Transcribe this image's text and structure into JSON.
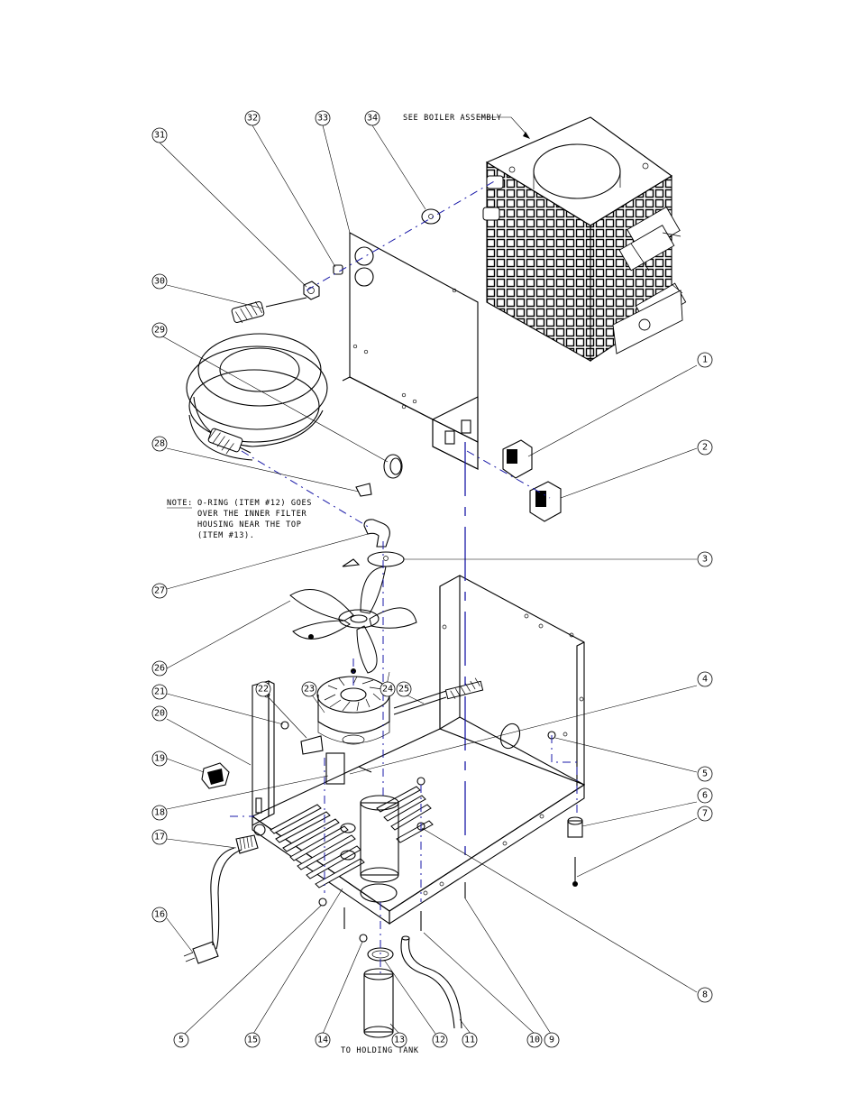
{
  "labels": {
    "boiler_assembly": "SEE BOILER ASSEMBLY",
    "note_title": "NOTE:",
    "note_lines": [
      "O-RING (ITEM #12) GOES",
      "OVER THE INNER FILTER",
      "HOUSING NEAR THE TOP",
      "(ITEM #13)."
    ],
    "holding_tank": "TO HOLDING TANK"
  },
  "callouts": [
    {
      "id": "31",
      "text": "31"
    },
    {
      "id": "32",
      "text": "32"
    },
    {
      "id": "33",
      "text": "33"
    },
    {
      "id": "34",
      "text": "34"
    },
    {
      "id": "30",
      "text": "30"
    },
    {
      "id": "29",
      "text": "29"
    },
    {
      "id": "28",
      "text": "28"
    },
    {
      "id": "27",
      "text": "27"
    },
    {
      "id": "26",
      "text": "26"
    },
    {
      "id": "21",
      "text": "21"
    },
    {
      "id": "22",
      "text": "22"
    },
    {
      "id": "23",
      "text": "23"
    },
    {
      "id": "24",
      "text": "24"
    },
    {
      "id": "25",
      "text": "25"
    },
    {
      "id": "20",
      "text": "20"
    },
    {
      "id": "19",
      "text": "19"
    },
    {
      "id": "18",
      "text": "18"
    },
    {
      "id": "17",
      "text": "17"
    },
    {
      "id": "16",
      "text": "16"
    },
    {
      "id": "1",
      "text": "1"
    },
    {
      "id": "2",
      "text": "2"
    },
    {
      "id": "3",
      "text": "3"
    },
    {
      "id": "4",
      "text": "4"
    },
    {
      "id": "5a",
      "text": "5"
    },
    {
      "id": "6",
      "text": "6"
    },
    {
      "id": "7",
      "text": "7"
    },
    {
      "id": "8",
      "text": "8"
    },
    {
      "id": "5b",
      "text": "5"
    },
    {
      "id": "15",
      "text": "15"
    },
    {
      "id": "14",
      "text": "14"
    },
    {
      "id": "13",
      "text": "13"
    },
    {
      "id": "12",
      "text": "12"
    },
    {
      "id": "11",
      "text": "11"
    },
    {
      "id": "10",
      "text": "10"
    },
    {
      "id": "9",
      "text": "9"
    }
  ]
}
